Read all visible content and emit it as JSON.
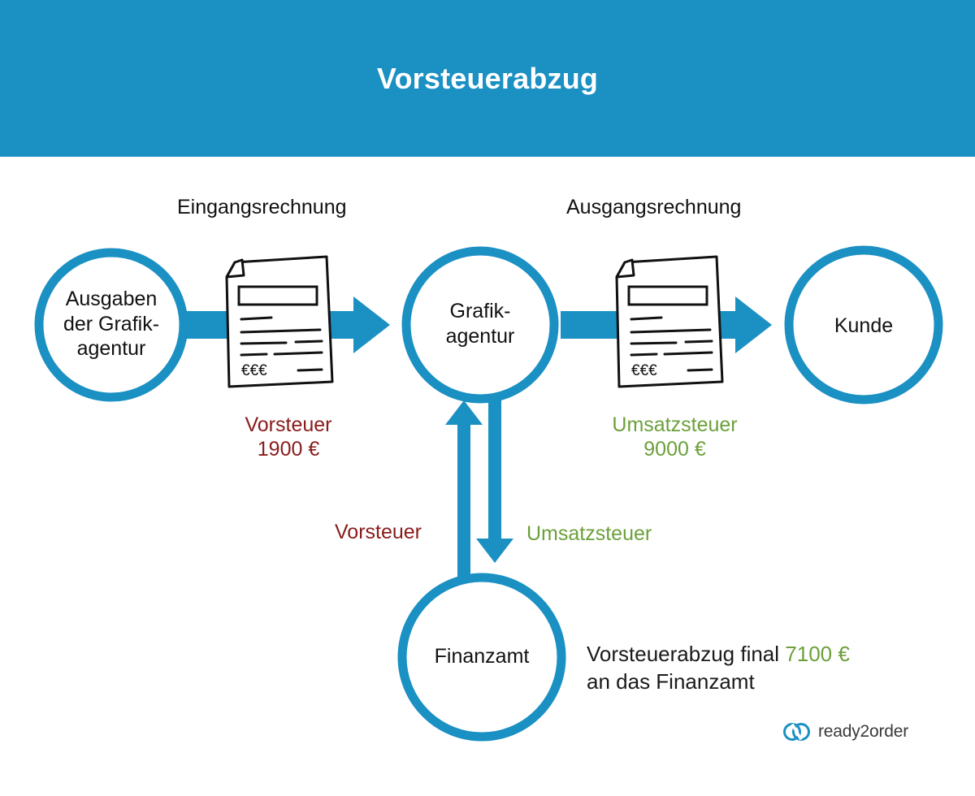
{
  "header": {
    "title": "Vorsteuerabzug",
    "bg_color": "#1a90c3"
  },
  "colors": {
    "teal": "#1a90c3",
    "red": "#8a1b1b",
    "green": "#6ca03b",
    "text": "#111111"
  },
  "flow_labels": {
    "incoming_invoice": "Eingangsrechnung",
    "outgoing_invoice": "Ausgangsrechnung"
  },
  "nodes": {
    "expenses": {
      "line1": "Ausgaben",
      "line2": "der Grafik-",
      "line3": "agentur"
    },
    "agency": {
      "line1": "Grafik-",
      "line2": "agentur"
    },
    "customer": {
      "label": "Kunde"
    },
    "tax_office": {
      "label": "Finanzamt"
    }
  },
  "amounts": {
    "input_tax": {
      "label": "Vorsteuer",
      "value": "1900 €"
    },
    "output_tax": {
      "label": "Umsatzsteuer",
      "value": "9000 €"
    }
  },
  "vertical_flows": {
    "input_tax_label": "Vorsteuer",
    "output_tax_label": "Umsatzsteuer"
  },
  "summary": {
    "line1_prefix": "Vorsteuerabzug final ",
    "line1_amount": "7100 €",
    "line2": "an das Finanzamt"
  },
  "invoice_icon": {
    "currency_marks": "€€€",
    "icon_name": "invoice-document-icon"
  },
  "logo": {
    "text": "ready2order",
    "icon_name": "ready2order-rings-icon"
  }
}
